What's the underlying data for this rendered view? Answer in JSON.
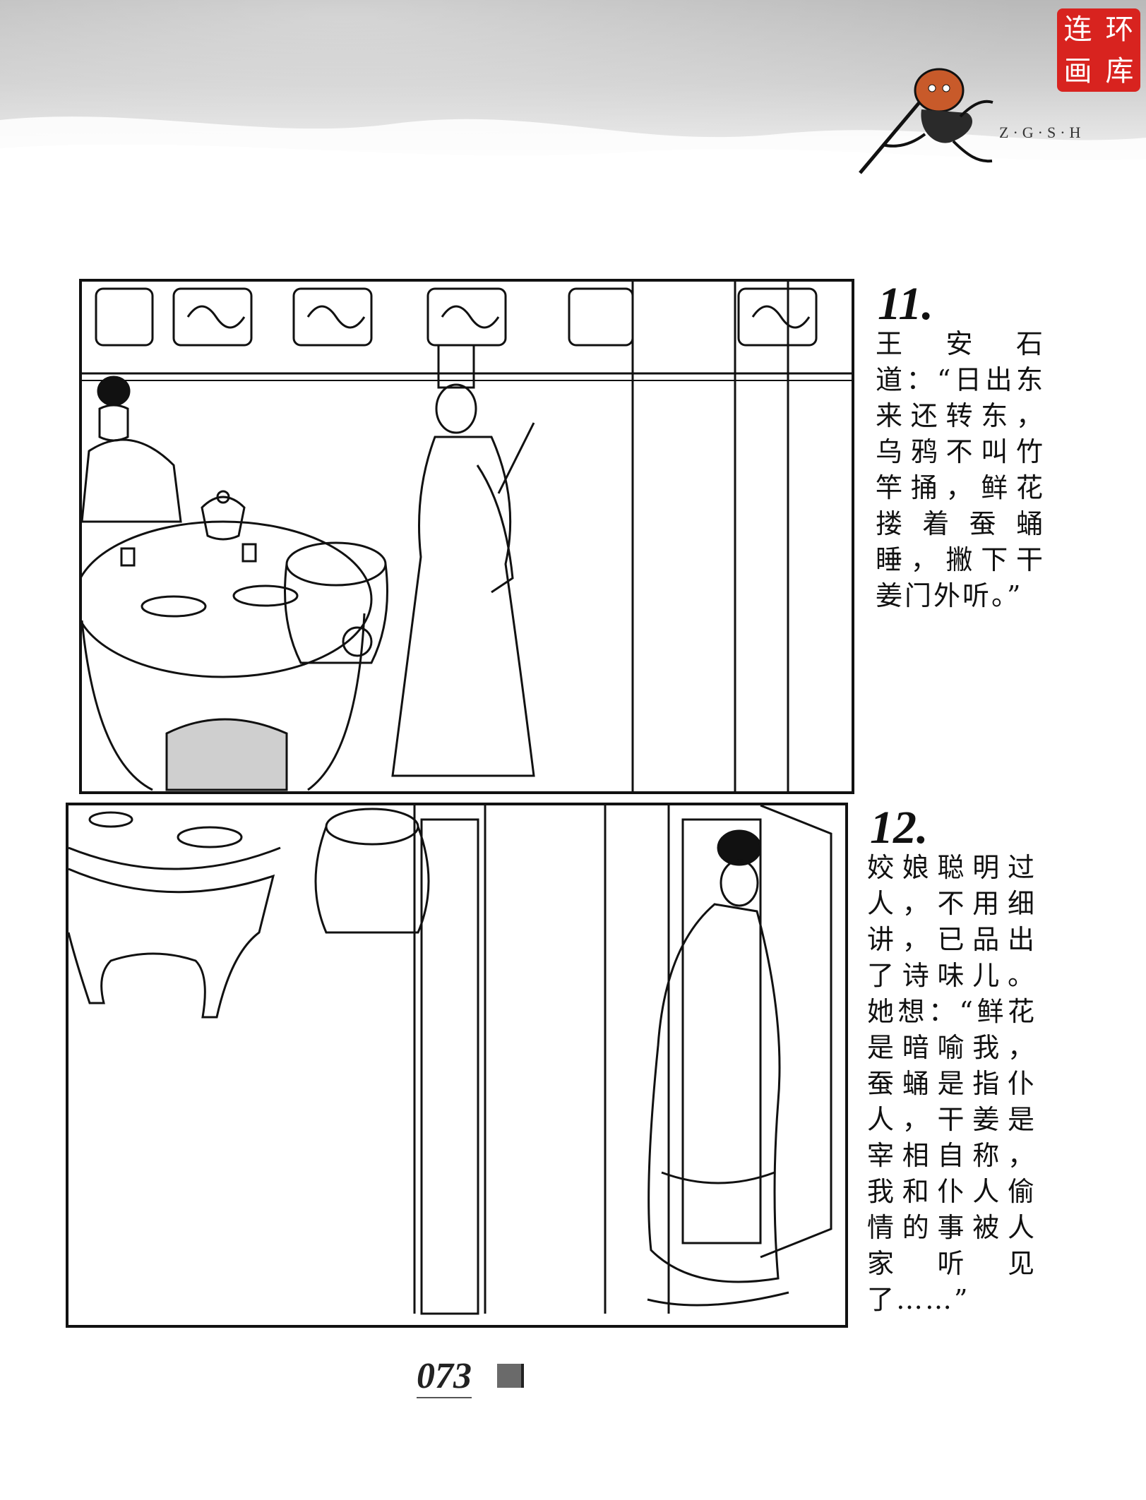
{
  "header": {
    "seal_text": [
      "连",
      "环",
      "画",
      "库"
    ],
    "series_mark": "Z·G·S·H",
    "seal_color": "#d8231f"
  },
  "panels": [
    {
      "number": "11.",
      "caption": "王安石道：“日出东来还转东，乌鸦不叫竹竿捅，鲜花搂着蚕蛹睡，撇下干姜门外听。”"
    },
    {
      "number": "12.",
      "caption": "姣娘聪明过人，不用细讲，已品出了诗味儿。她想：“鲜花是暗喻我，蚕蛹是指仆人，干姜是宰相自称，我和仆人偷情的事被人家听见了……”"
    }
  ],
  "page_number": "073"
}
